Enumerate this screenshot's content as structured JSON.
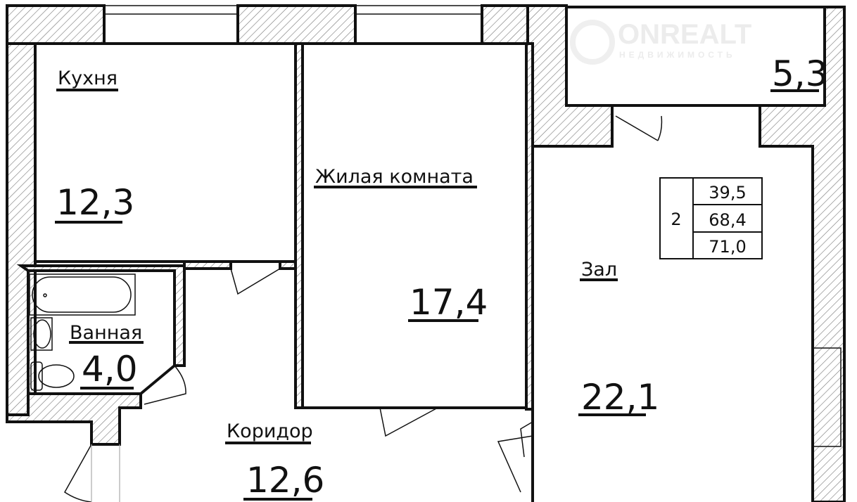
{
  "watermark": {
    "brand": "ONREALT",
    "subtitle": "НЕДВИЖИМОСТЬ"
  },
  "rooms": {
    "kitchen": {
      "name": "Кухня",
      "area": "12,3"
    },
    "living_room": {
      "name": "Жилая комната",
      "area": "17,4"
    },
    "hall": {
      "name": "Зал",
      "area": "22,1"
    },
    "bathroom": {
      "name": "Ванная",
      "area": "4,0"
    },
    "corridor": {
      "name": "Коридор",
      "area": "12,6"
    },
    "balcony": {
      "area": "5,3"
    }
  },
  "summary_table": {
    "rooms_count": "2",
    "living_area": "39,5",
    "total_area": "68,4",
    "total_with_balcony": "71,0"
  }
}
